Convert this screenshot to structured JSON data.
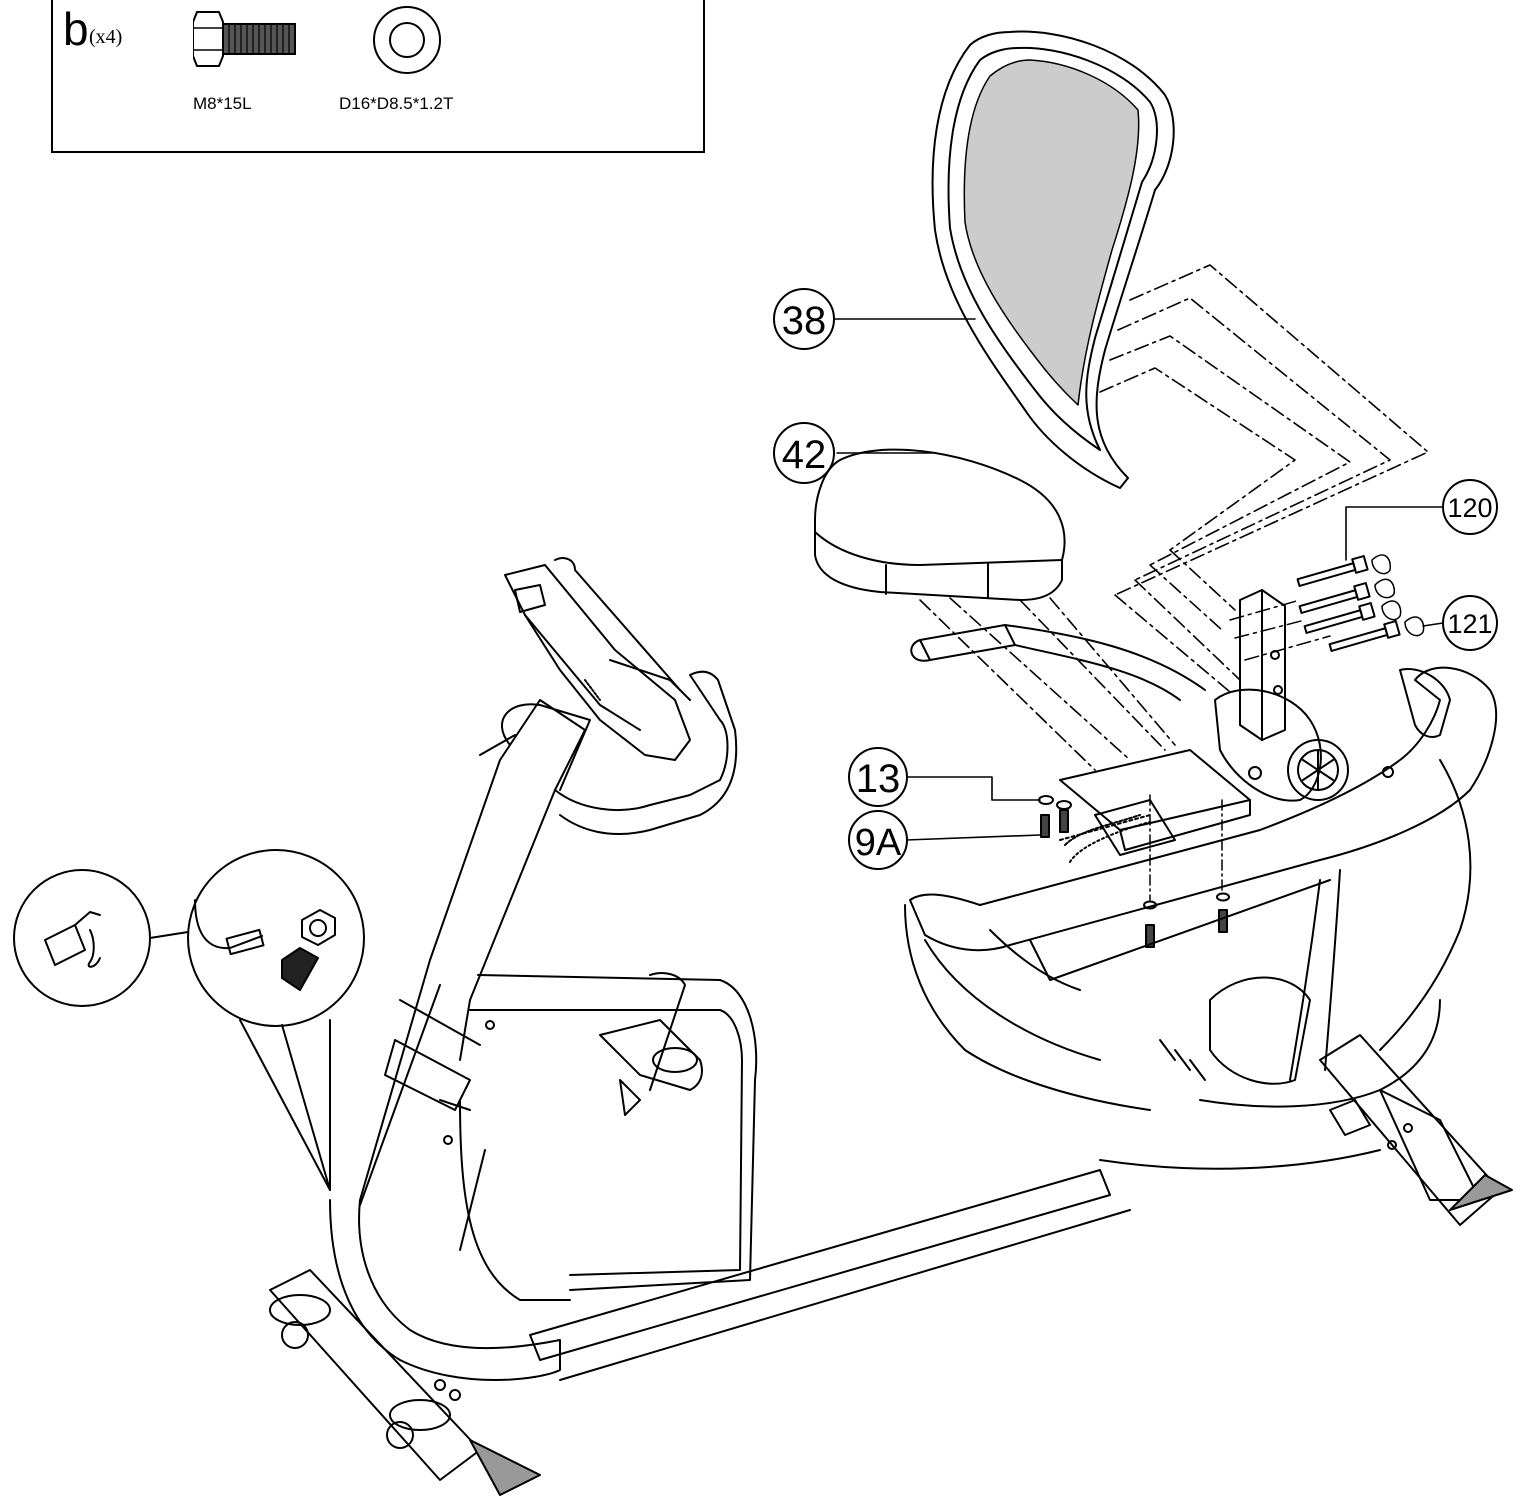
{
  "hardware_box": {
    "letter": "b",
    "quantity": "(x4)",
    "bolt_spec": "M8*15L",
    "washer_spec": "D16*D8.5*1.2T"
  },
  "callouts": {
    "backrest": "38",
    "seat": "42",
    "bolt_right": "120",
    "cap_right": "121",
    "washer_left": "13",
    "bolt_left": "9A"
  }
}
